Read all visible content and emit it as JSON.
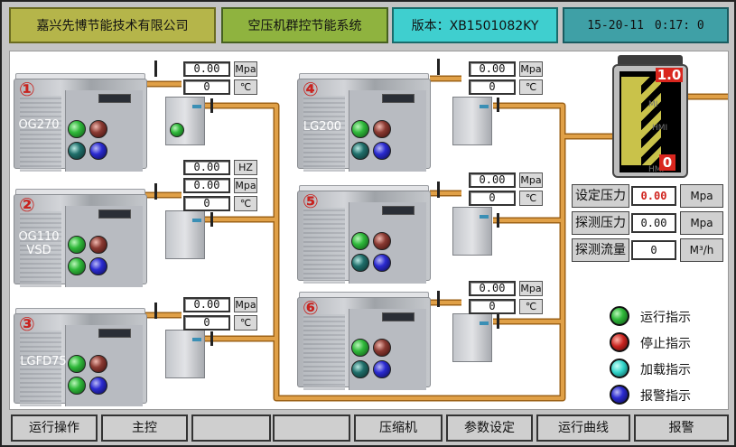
{
  "header": {
    "company": "嘉兴先博节能技术有限公司",
    "system": "空压机群控节能系统",
    "version": "版本：XB1501082KY",
    "date": "15-20-11",
    "time": "0:17: 0"
  },
  "compressors": [
    {
      "number": "①",
      "model": "OG270"
    },
    {
      "number": "②",
      "model_line1": "OG110",
      "model_line2": "VSD"
    },
    {
      "number": "③",
      "model": "LGFD75"
    },
    {
      "number": "④",
      "model": "LG200"
    },
    {
      "number": "⑤"
    },
    {
      "number": "⑥"
    }
  ],
  "readouts": {
    "c1": {
      "pressure": "0.00",
      "pressure_unit": "Mpa",
      "temp": "0",
      "temp_unit": "℃"
    },
    "c2": {
      "freq": "0.00",
      "freq_unit": "HZ",
      "pressure": "0.00",
      "pressure_unit": "Mpa",
      "temp": "0",
      "temp_unit": "℃"
    },
    "c3": {
      "pressure": "0.00",
      "pressure_unit": "Mpa",
      "temp": "0",
      "temp_unit": "℃"
    },
    "c4": {
      "pressure": "0.00",
      "pressure_unit": "Mpa",
      "temp": "0",
      "temp_unit": "℃"
    },
    "c5": {
      "pressure": "0.00",
      "pressure_unit": "Mpa",
      "temp": "0",
      "temp_unit": "℃"
    },
    "c6": {
      "pressure": "0.00",
      "pressure_unit": "Mpa",
      "temp": "0",
      "temp_unit": "℃"
    }
  },
  "tank": {
    "max": "1.0",
    "min": "0",
    "labels": [
      "MI",
      "HMI",
      "HMI"
    ]
  },
  "params": [
    {
      "label": "设定压力",
      "value": "0.00",
      "unit": "Mpa"
    },
    {
      "label": "探测压力",
      "value": "0.00",
      "unit": "Mpa"
    },
    {
      "label": "探测流量",
      "value": "0",
      "unit": "M³/h"
    }
  ],
  "legend": [
    {
      "label": "运行指示",
      "color": "#4fc93a"
    },
    {
      "label": "停止指示",
      "color": "#c8231f"
    },
    {
      "label": "加载指示",
      "color": "#2fd2c8"
    },
    {
      "label": "报警指示",
      "color": "#2a2ad0"
    }
  ],
  "nav": [
    "运行操作",
    "主控",
    "",
    "",
    "压缩机",
    "参数设定",
    "运行曲线",
    "报警"
  ],
  "colors": {
    "pipe": "#d48a2a",
    "header_company": "#b5b54a",
    "header_system": "#8fb33f",
    "header_version": "#3fcfcf",
    "header_clock": "#3fa0a6"
  }
}
